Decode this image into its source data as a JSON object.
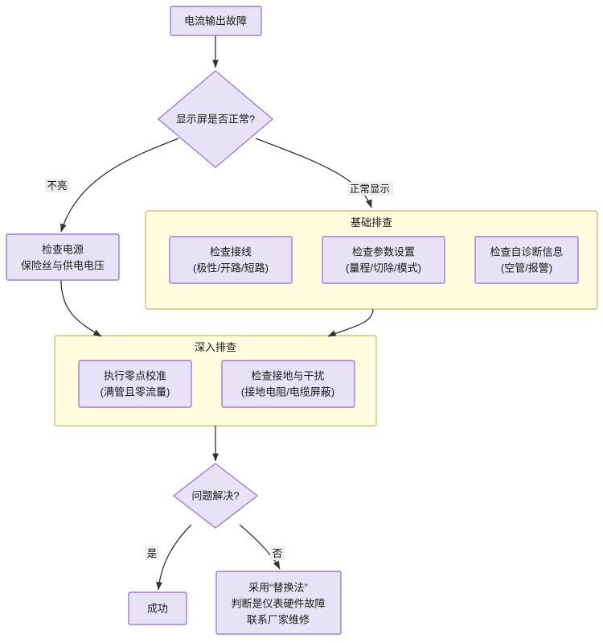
{
  "diagram": {
    "type": "flowchart",
    "direction": "top-down",
    "colors": {
      "node_fill": "#e8e2f7",
      "node_border": "#9b7ddb",
      "cluster_fill": "#fffce0",
      "cluster_border": "#c6c67a",
      "edge": "#333333",
      "text": "#1a1a1a",
      "background": "#ffffff"
    },
    "nodes": [
      {
        "id": "start",
        "shape": "rect",
        "lines": [
          "电流输出故障"
        ]
      },
      {
        "id": "disp",
        "shape": "diamond",
        "lines": [
          "显示屏是否正常?"
        ]
      },
      {
        "id": "power",
        "shape": "rect",
        "lines": [
          "检查电源",
          "保险丝与供电电压"
        ]
      },
      {
        "id": "wiring",
        "shape": "rect",
        "lines": [
          "检查接线",
          "(极性/开路/短路)"
        ]
      },
      {
        "id": "param",
        "shape": "rect",
        "lines": [
          "检查参数设置",
          "(量程/切除/模式)"
        ]
      },
      {
        "id": "selfdiag",
        "shape": "rect",
        "lines": [
          "检查自诊断信息",
          "(空管/报警)"
        ]
      },
      {
        "id": "zero",
        "shape": "rect",
        "lines": [
          "执行零点校准",
          "(满管且零流量)"
        ]
      },
      {
        "id": "ground",
        "shape": "rect",
        "lines": [
          "检查接地与干扰",
          "(接地电阻/电缆屏蔽)"
        ]
      },
      {
        "id": "solved",
        "shape": "diamond",
        "lines": [
          "问题解决?"
        ]
      },
      {
        "id": "success",
        "shape": "rect",
        "lines": [
          "成功"
        ]
      },
      {
        "id": "replace",
        "shape": "rect",
        "lines": [
          "采用“替换法”",
          "判断是仪表硬件故障",
          "联系厂家维修"
        ]
      }
    ],
    "clusters": [
      {
        "id": "basic",
        "title": "基础排查",
        "members": [
          "wiring",
          "param",
          "selfdiag"
        ]
      },
      {
        "id": "deep",
        "title": "深入排查",
        "members": [
          "zero",
          "ground"
        ]
      }
    ],
    "edges": [
      {
        "from": "start",
        "to": "disp",
        "label": ""
      },
      {
        "from": "disp",
        "to": "power",
        "label": "不亮"
      },
      {
        "from": "disp",
        "to": "basic",
        "label": "正常显示"
      },
      {
        "from": "power",
        "to": "deep",
        "label": ""
      },
      {
        "from": "basic",
        "to": "deep",
        "label": ""
      },
      {
        "from": "deep",
        "to": "solved",
        "label": ""
      },
      {
        "from": "solved",
        "to": "success",
        "label": "是"
      },
      {
        "from": "solved",
        "to": "replace",
        "label": "否"
      }
    ]
  }
}
